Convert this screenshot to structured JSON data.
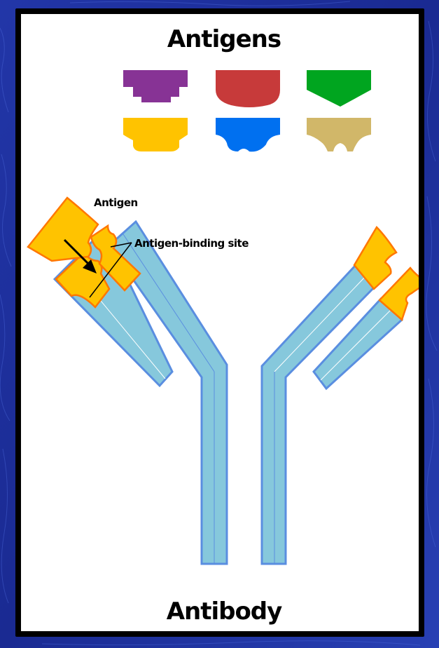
{
  "titles": {
    "top": "Antigens",
    "bottom": "Antibody"
  },
  "labels": {
    "antigen": "Antigen",
    "binding_site": "Antigen-binding site"
  },
  "colors": {
    "background": "#1a2a9a",
    "heavy_chain": "#86c8dc",
    "chain_outline": "#5a8ee0",
    "fab_tip": "#ffc300",
    "fab_outline": "#ff7700",
    "arrow": "#000000"
  },
  "antigens": [
    {
      "color": "#873395",
      "shape": "stepped-notch"
    },
    {
      "color": "#c73a3a",
      "shape": "rounded-bottom"
    },
    {
      "color": "#00a51f",
      "shape": "pointed-bottom"
    },
    {
      "color": "#ffc300",
      "shape": "rounded-notch"
    },
    {
      "color": "#0070f0",
      "shape": "split-bottom"
    },
    {
      "color": "#d1b769",
      "shape": "twin-bottom"
    }
  ]
}
